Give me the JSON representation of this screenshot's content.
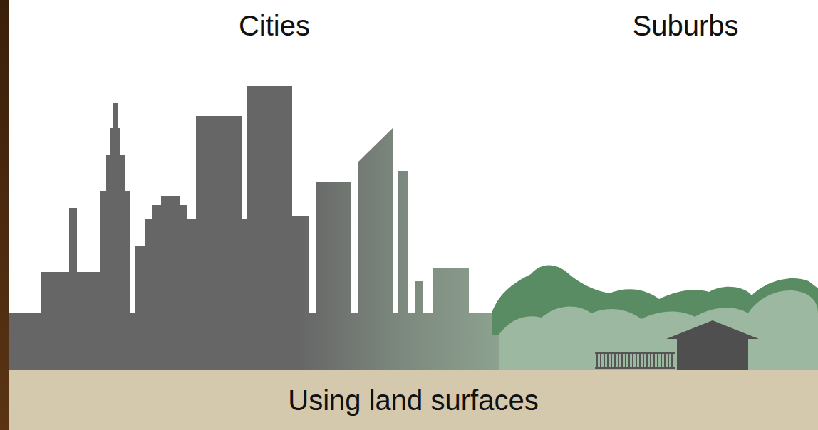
{
  "diagram": {
    "nodes": [
      {
        "text": [
          "Using land surfaces"
        ]
      }
    ],
    "labels": [
      "Cities",
      "Suburbs"
    ]
  }
}
